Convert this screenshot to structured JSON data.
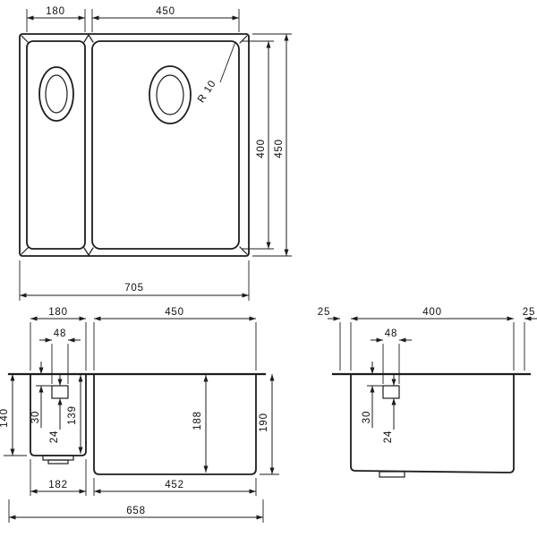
{
  "colors": {
    "line": "#1d1d1d",
    "background": "#ffffff"
  },
  "drawing": {
    "plan": {
      "bowl1_width": "180",
      "bowl2_width": "450",
      "corner_radius": "R 10",
      "bowl_depth": "400",
      "overall_depth": "450",
      "overall_width": "705"
    },
    "front": {
      "bowl1_width": "180",
      "bowl2_width": "450",
      "overflow_width": "48",
      "bowl1_depth": "140",
      "overflow_top": "30",
      "overflow_height": "24",
      "bowl1_inner_depth": "139",
      "bowl2_inner_depth": "188",
      "bowl2_depth": "190",
      "bowl1_base_width": "182",
      "bowl2_base_width": "452",
      "base_width": "658"
    },
    "side": {
      "front_rim": "25",
      "depth": "400",
      "back_rim": "25",
      "overflow_width": "48",
      "overflow_top": "30",
      "overflow_height": "24"
    }
  }
}
